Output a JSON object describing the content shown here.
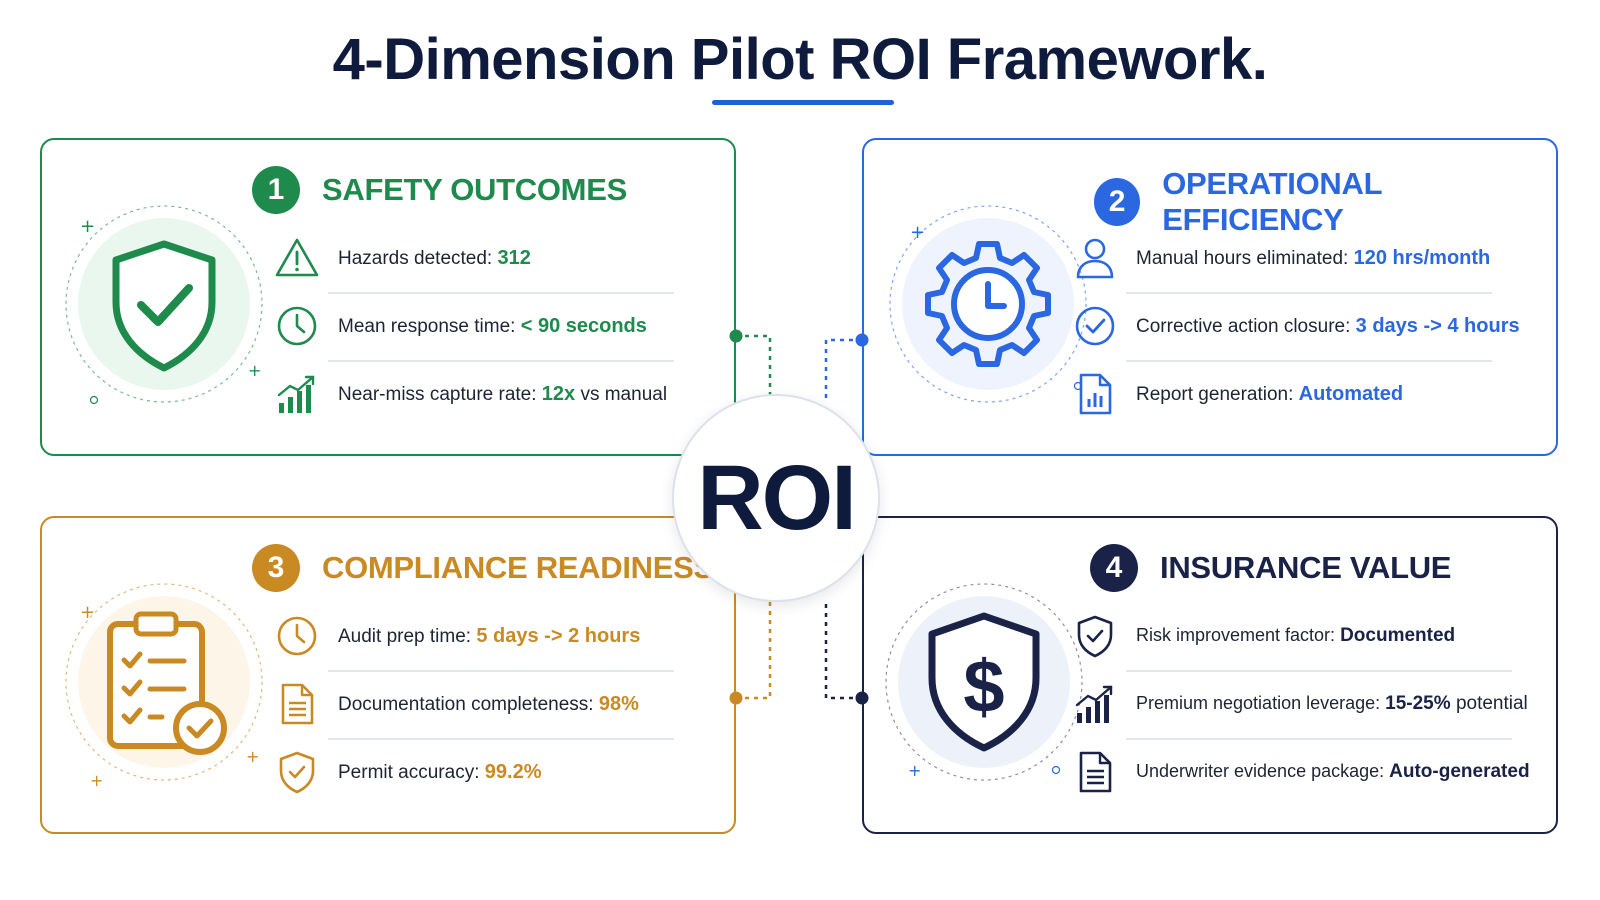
{
  "title": "4-Dimension Pilot ROI Framework.",
  "center_label": "ROI",
  "colors": {
    "safety": "#1e8a4c",
    "operational": "#2a67e0",
    "compliance": "#c98a24",
    "insurance": "#1a2347",
    "title": "#0f1b3d",
    "accent_underline": "#1f5fd8"
  },
  "cards": [
    {
      "number": "1",
      "name": "SAFETY OUTCOMES",
      "hero_icon": "shield-check-icon",
      "metrics": [
        {
          "icon": "warning-icon",
          "label": "Hazards detected:",
          "value": "312",
          "suffix": ""
        },
        {
          "icon": "clock-icon",
          "label": "Mean response time:",
          "value": "< 90 seconds",
          "suffix": ""
        },
        {
          "icon": "bar-chart-up-icon",
          "label": "Near-miss capture rate:",
          "value": "12x",
          "suffix": "vs manual"
        }
      ]
    },
    {
      "number": "2",
      "name": "OPERATIONAL EFFICIENCY",
      "hero_icon": "gear-clock-icon",
      "metrics": [
        {
          "icon": "user-icon",
          "label": "Manual hours eliminated:",
          "value": "120 hrs/month",
          "suffix": ""
        },
        {
          "icon": "check-circle-icon",
          "label": "Corrective action closure:",
          "value": "3 days -> 4 hours",
          "suffix": ""
        },
        {
          "icon": "report-chart-icon",
          "label": "Report generation:",
          "value": "Automated",
          "suffix": ""
        }
      ]
    },
    {
      "number": "3",
      "name": "COMPLIANCE READINESS",
      "hero_icon": "clipboard-check-icon",
      "metrics": [
        {
          "icon": "clock-icon",
          "label": "Audit prep time:",
          "value": "5 days -> 2 hours",
          "suffix": ""
        },
        {
          "icon": "document-icon",
          "label": "Documentation completeness:",
          "value": "98%",
          "suffix": ""
        },
        {
          "icon": "shield-check-icon",
          "label": "Permit accuracy:",
          "value": "99.2%",
          "suffix": ""
        }
      ]
    },
    {
      "number": "4",
      "name": "INSURANCE VALUE",
      "hero_icon": "shield-dollar-icon",
      "metrics": [
        {
          "icon": "shield-check-icon",
          "label": "Risk improvement factor:",
          "value": "Documented",
          "suffix": ""
        },
        {
          "icon": "bar-chart-up-icon",
          "label": "Premium negotiation leverage:",
          "value": "15-25%",
          "suffix": "potential"
        },
        {
          "icon": "document-icon",
          "label": "Underwriter evidence package:",
          "value": "Auto-generated",
          "suffix": ""
        }
      ]
    }
  ]
}
